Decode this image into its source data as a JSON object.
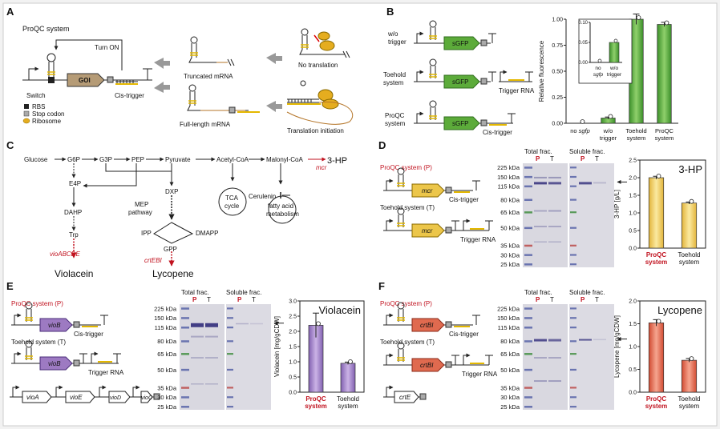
{
  "panels": {
    "A": {
      "letter": "A",
      "system": "ProQC system",
      "turn_on": "Turn ON",
      "gene": "GOI",
      "switch": "Switch",
      "cis_trigger": "Cis-trigger",
      "legend": [
        "RBS",
        "Stop codon",
        "Ribosome"
      ],
      "truncated": "Truncated mRNA",
      "full_length": "Full-length mRNA",
      "no_translation": "No translation",
      "translation_initiation": "Translation initiation"
    },
    "B": {
      "letter": "B",
      "constructs": [
        "w/o",
        "trigger",
        "Toehold",
        "system",
        "ProQC",
        "system"
      ],
      "gene": "sGFP",
      "trigger_rna": "Trigger RNA",
      "cis_trigger": "Cis-trigger"
    },
    "C": {
      "letter": "C",
      "metabolites": [
        "Glucose",
        "G6P",
        "G3P",
        "PEP",
        "Pyruvate",
        "Acetyl-CoA",
        "Malonyl-CoA",
        "3-HP",
        "E4P",
        "DAHP",
        "Trp",
        "DXP",
        "IPP",
        "DMAPP",
        "GPP",
        "Cerulenin"
      ],
      "genes": [
        "mcr",
        "vioABCDE",
        "crtEBI"
      ],
      "pathways": [
        "MEP",
        "pathway",
        "TCA",
        "cycle",
        "fatty acid",
        "metabolism"
      ],
      "products": [
        "Violacein",
        "Lycopene"
      ]
    },
    "D": {
      "letter": "D",
      "proqc": "ProQC system (P)",
      "toehold": "Toehold system (T)",
      "gene": "mcr",
      "cis_trigger": "Cis-trigger",
      "trigger_rna": "Trigger RNA",
      "total": "Total frac.",
      "soluble": "Soluble frac.",
      "lane_p": "P",
      "lane_t": "T",
      "ladder": [
        "225 kDa",
        "150 kDa",
        "115 kDa",
        "80 kDa",
        "65 kDa",
        "50 kDa",
        "35 kDa",
        "30 kDa",
        "25 kDa"
      ]
    },
    "E": {
      "letter": "E",
      "proqc": "ProQC system (P)",
      "toehold": "Toehold system (T)",
      "gene": "vioB",
      "operon": [
        "vioA",
        "vioE",
        "vioD",
        "vioC"
      ],
      "cis_trigger": "Cis-trigger",
      "trigger_rna": "Trigger RNA",
      "total": "Total frac.",
      "soluble": "Soluble frac.",
      "lane_p": "P",
      "lane_t": "T",
      "ladder": [
        "225 kDa",
        "150 kDa",
        "115 kDa",
        "80 kDa",
        "65 kDa",
        "50 kDa",
        "35 kDa",
        "30 kDa",
        "25 kDa"
      ]
    },
    "F": {
      "letter": "F",
      "proqc": "ProQC system (P)",
      "toehold": "Toehold system (T)",
      "gene": "crtBI",
      "operon_gene": "crtE",
      "cis_trigger": "Cis-trigger",
      "trigger_rna": "Trigger RNA",
      "total": "Total frac.",
      "soluble": "Soluble frac.",
      "lane_p": "P",
      "lane_t": "T",
      "ladder": [
        "225 kDa",
        "150 kDa",
        "115 kDa",
        "80 kDa",
        "65 kDa",
        "50 kDa",
        "35 kDa",
        "30 kDa",
        "25 kDa"
      ]
    }
  },
  "colors": {
    "proqc_red": "#c1121f",
    "gfp_green": "#5cab3a",
    "mcr_yellow": "#ecc64a",
    "vio_purple": "#9d7ac2",
    "crt_red": "#e06a4f",
    "goi_brown": "#b59b76"
  },
  "chart_data": [
    {
      "type": "bar",
      "panel": "B",
      "categories": [
        "no sgfp",
        "w/o trigger",
        "Toehold system",
        "ProQC system"
      ],
      "values": [
        0.0,
        0.05,
        1.0,
        0.95
      ],
      "errors": [
        0.0,
        0.01,
        0.05,
        0.02
      ],
      "ylabel": "Relative fluorescence",
      "ylim": [
        0,
        1.0
      ],
      "yticks": [
        "0.00",
        "0.25",
        "0.50",
        "0.75",
        "1.00"
      ],
      "inset": {
        "categories": [
          "no sgfp",
          "w/o trigger"
        ],
        "values": [
          0.0,
          0.05
        ],
        "ylim": [
          0,
          0.1
        ],
        "yticks": [
          "0.00",
          "0.05",
          "0.10"
        ],
        "labels": [
          "no",
          "sgfp",
          "w/o",
          "trigger"
        ]
      }
    },
    {
      "type": "bar",
      "panel": "D",
      "title": "3-HP",
      "categories": [
        "ProQC system",
        "Toehold system"
      ],
      "values": [
        2.0,
        1.28
      ],
      "errors": [
        0.04,
        0.03
      ],
      "ylabel": "3-HP [g/L]",
      "ylim": [
        0,
        2.5
      ],
      "yticks": [
        "0.0",
        "0.5",
        "1.0",
        "1.5",
        "2.0",
        "2.5"
      ]
    },
    {
      "type": "bar",
      "panel": "E",
      "title": "Violacein",
      "categories": [
        "ProQC system",
        "Toehold system"
      ],
      "values": [
        2.2,
        0.95
      ],
      "errors": [
        0.4,
        0.04
      ],
      "ylabel": "Violacein [mg/gCDW]",
      "ylim": [
        0,
        3.0
      ],
      "yticks": [
        "0.0",
        "0.5",
        "1.0",
        "1.5",
        "2.0",
        "2.5",
        "3.0"
      ]
    },
    {
      "type": "bar",
      "panel": "F",
      "title": "Lycopene",
      "categories": [
        "ProQC system",
        "Toehold system"
      ],
      "values": [
        1.52,
        0.7
      ],
      "errors": [
        0.07,
        0.04
      ],
      "ylabel": "Lycopene [mg/gCDW]",
      "ylim": [
        0,
        2.0
      ],
      "yticks": [
        "0.0",
        "0.5",
        "1.0",
        "1.5",
        "2.0"
      ]
    }
  ]
}
